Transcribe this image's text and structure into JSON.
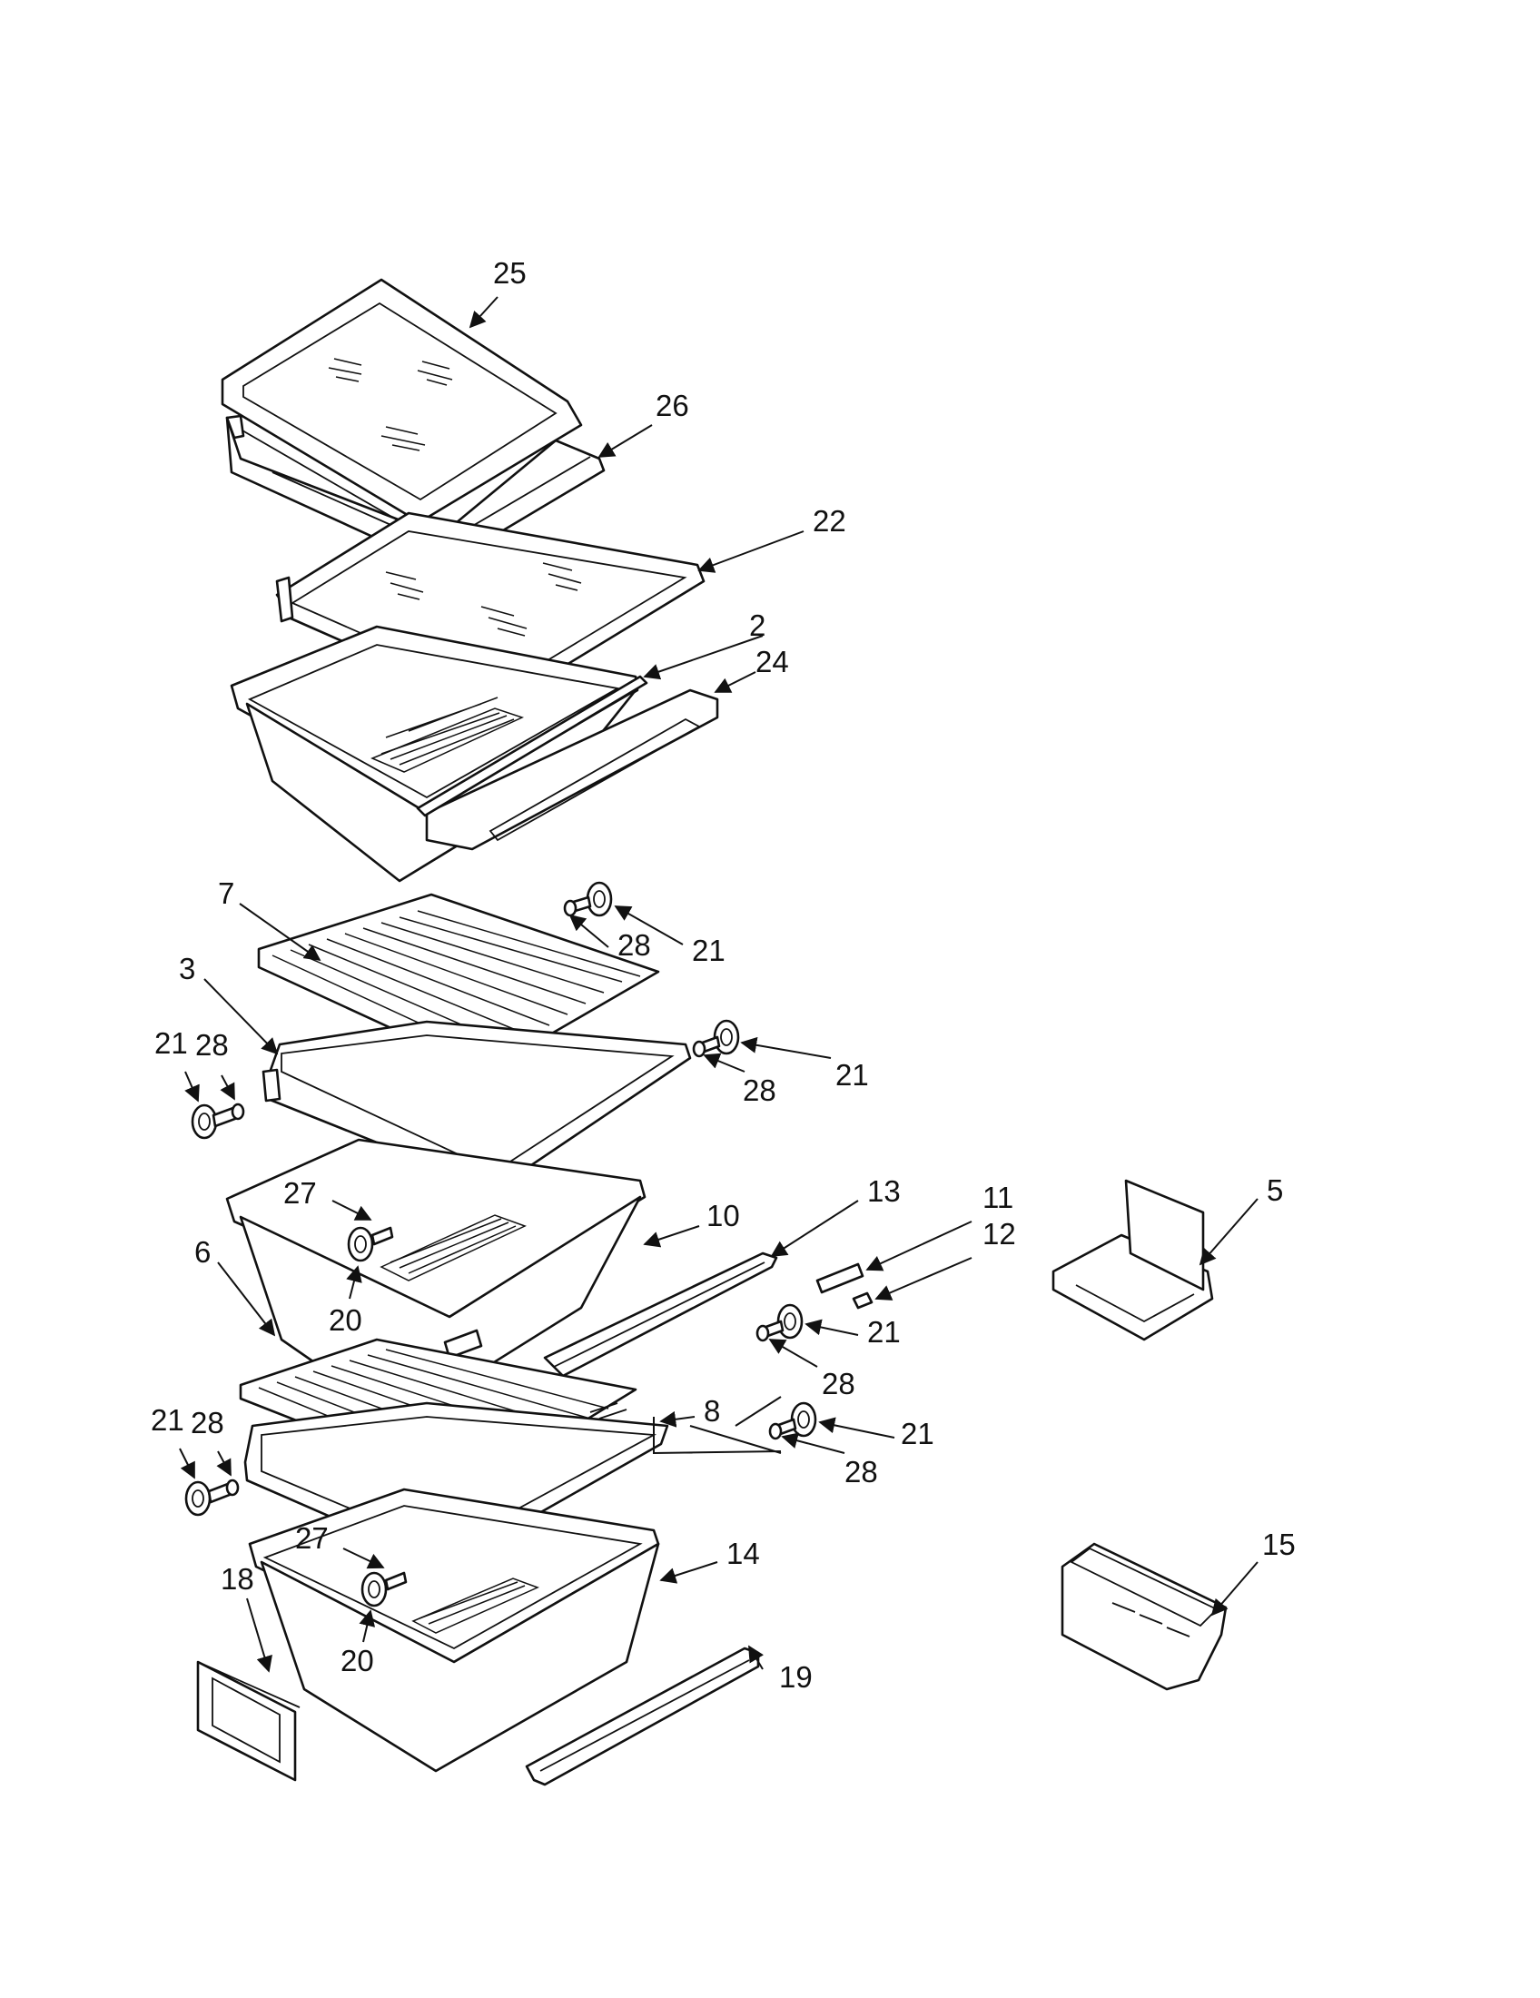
{
  "diagram": {
    "callouts": {
      "c25": "25",
      "c26": "26",
      "c22": "22",
      "c2": "2",
      "c24": "24",
      "c7": "7",
      "c28a": "28",
      "c21a": "21",
      "c3": "3",
      "c21b": "21",
      "c28b": "28",
      "c21c": "21",
      "c28c": "28",
      "c27a": "27",
      "c20a": "20",
      "c10": "10",
      "c13": "13",
      "c11": "11",
      "c12": "12",
      "c5": "5",
      "c6": "6",
      "c21d": "21",
      "c28d": "28",
      "c8": "8",
      "c21e": "21",
      "c28e": "28",
      "c21f": "21",
      "c28f": "28",
      "c27b": "27",
      "c20b": "20",
      "c14": "14",
      "c15": "15",
      "c18": "18",
      "c19": "19"
    }
  }
}
